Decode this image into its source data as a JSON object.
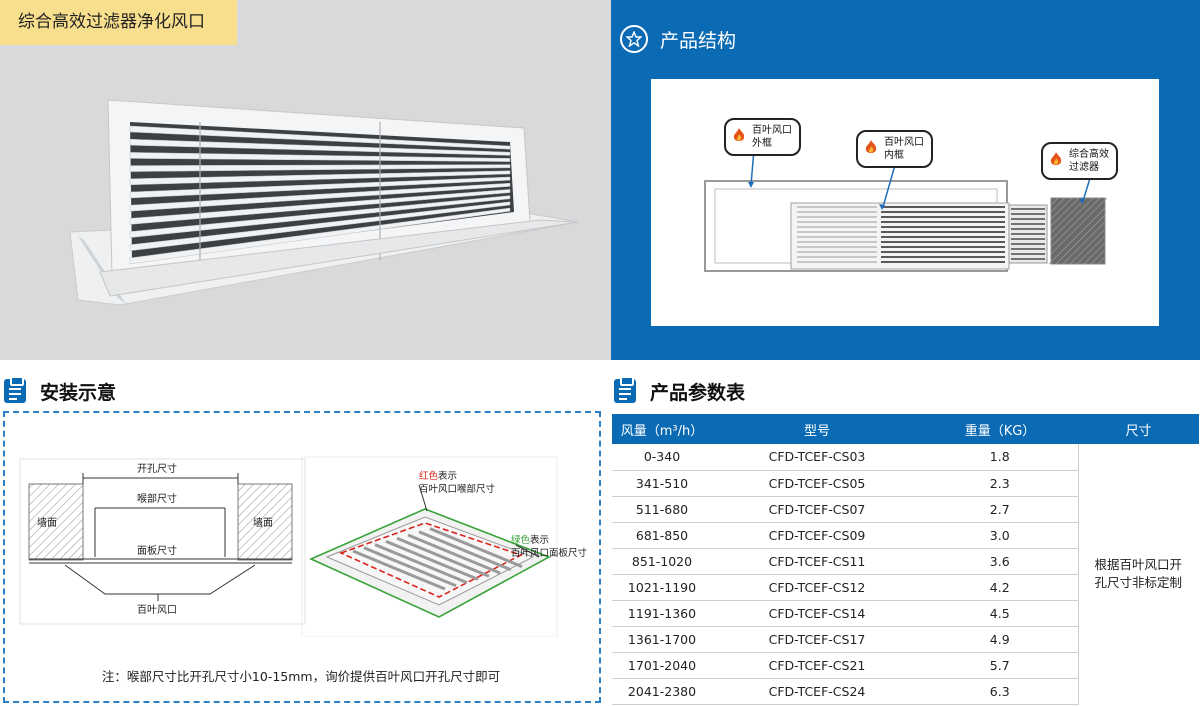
{
  "product_photo": {
    "title": "综合高效过滤器净化风口"
  },
  "structure": {
    "title": "产品结构",
    "callouts": [
      {
        "line1": "百叶风口",
        "line2": "外框"
      },
      {
        "line1": "百叶风口",
        "line2": "内框"
      },
      {
        "line1": "综合高效",
        "line2": "过滤器"
      }
    ]
  },
  "install": {
    "title": "安装示意",
    "labels": {
      "open_hole": "开孔尺寸",
      "throat": "喉部尺寸",
      "wall_left": "墙面",
      "wall_right": "墙面",
      "panel": "面板尺寸",
      "louver": "百叶风口"
    },
    "legend": {
      "red_word": "红色",
      "red_rest": "表示",
      "red_desc": "百叶风口喉部尺寸",
      "green_word": "绿色",
      "green_rest": "表示",
      "green_desc": "百叶风口面板尺寸"
    },
    "note": "注：喉部尺寸比开孔尺寸小10-15mm，询价提供百叶风口开孔尺寸即可",
    "colors": {
      "red": "#d9261c",
      "green": "#3aa33a"
    }
  },
  "params": {
    "title": "产品参数表",
    "headers": [
      "风量（m³/h）",
      "型号",
      "重量（KG）",
      "尺寸"
    ],
    "size_note_line1": "根据百叶风口开",
    "size_note_line2": "孔尺寸非标定制",
    "rows": [
      {
        "flow": "0-340",
        "model": "CFD-TCEF-CS03",
        "weight": "1.8"
      },
      {
        "flow": "341-510",
        "model": "CFD-TCEF-CS05",
        "weight": "2.3"
      },
      {
        "flow": "511-680",
        "model": "CFD-TCEF-CS07",
        "weight": "2.7"
      },
      {
        "flow": "681-850",
        "model": "CFD-TCEF-CS09",
        "weight": "3.0"
      },
      {
        "flow": "851-1020",
        "model": "CFD-TCEF-CS11",
        "weight": "3.6"
      },
      {
        "flow": "1021-1190",
        "model": "CFD-TCEF-CS12",
        "weight": "4.2"
      },
      {
        "flow": "1191-1360",
        "model": "CFD-TCEF-CS14",
        "weight": "4.5"
      },
      {
        "flow": "1361-1700",
        "model": "CFD-TCEF-CS17",
        "weight": "4.9"
      },
      {
        "flow": "1701-2040",
        "model": "CFD-TCEF-CS21",
        "weight": "5.7"
      },
      {
        "flow": "2041-2380",
        "model": "CFD-TCEF-CS24",
        "weight": "6.3"
      }
    ]
  },
  "theme": {
    "blue": "#0b6ab4",
    "tag_yellow": "#f8df8e",
    "photo_bg": "#d9d9db"
  }
}
